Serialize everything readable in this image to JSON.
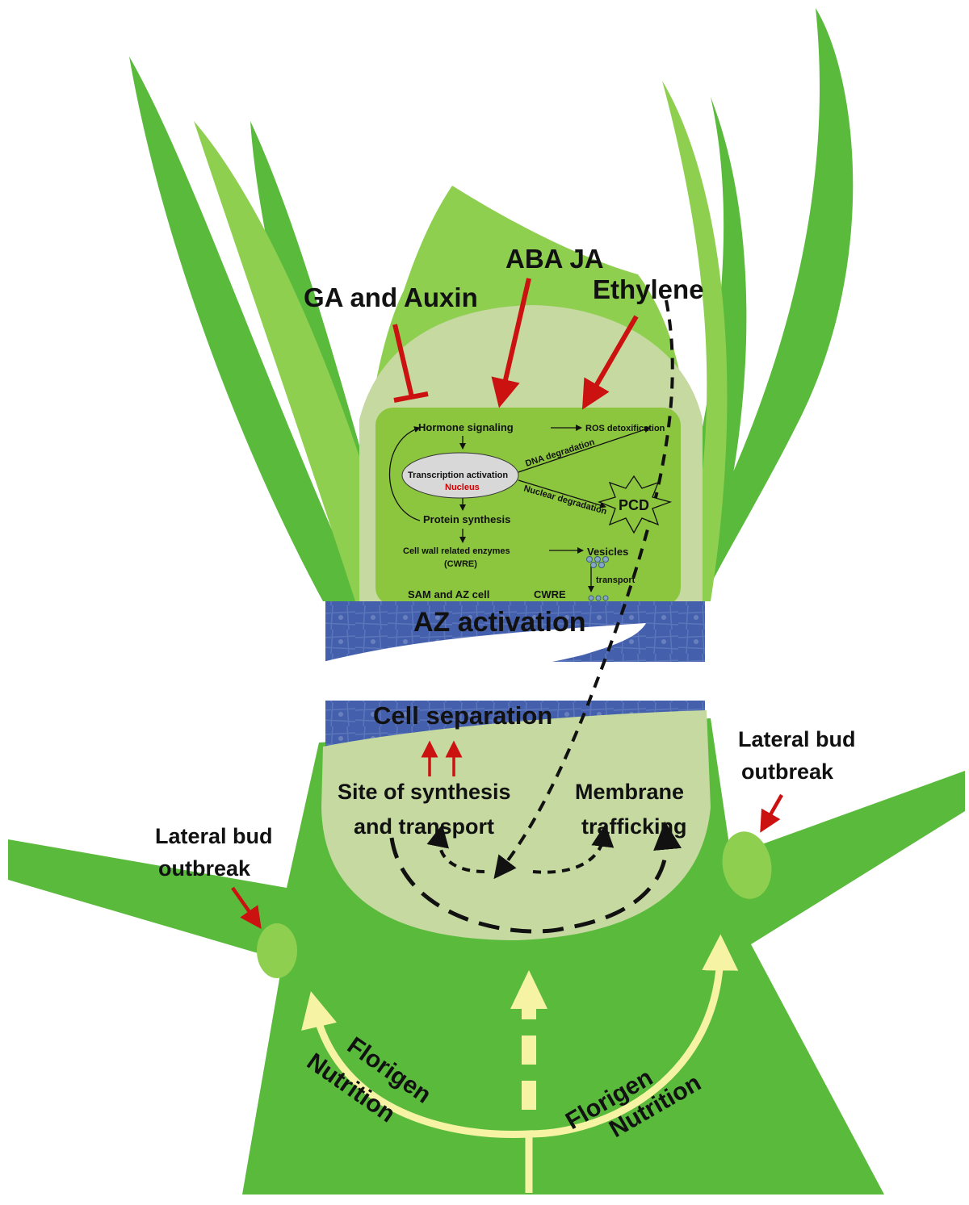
{
  "hormones": {
    "ga_auxin": "GA and Auxin",
    "aba_ja": "ABA JA",
    "ethylene": "Ethylene"
  },
  "cell_box": {
    "hormone_signaling": "Hormone signaling",
    "ros": "ROS detoxification",
    "dna_degradation": "DNA degradation",
    "transcription": "Transcription activation",
    "nucleus": "Nucleus",
    "nuclear_degradation": "Nuclear degradation",
    "pcd": "PCD",
    "protein_synthesis": "Protein synthesis",
    "cwre_line1": "Cell wall related enzymes",
    "cwre_line2": "(CWRE)",
    "vesicles": "Vesicles",
    "transport": "transport",
    "sam_az": "SAM and AZ cell",
    "cwre": "CWRE"
  },
  "zones": {
    "az_activation": "AZ activation",
    "cell_separation": "Cell separation"
  },
  "lower": {
    "site_line1": "Site of synthesis",
    "site_line2": "and transport",
    "membrane_line1": "Membrane",
    "membrane_line2": "trafficking"
  },
  "buds": {
    "left_line1": "Lateral bud",
    "left_line2": "outbreak",
    "right_line1": "Lateral bud",
    "right_line2": "outbreak"
  },
  "flows": {
    "left_florigen": "Florigen",
    "left_nutrition": "Nutrition",
    "right_florigen": "Florigen",
    "right_nutrition": "Nutrition"
  },
  "colors": {
    "leaf_dark": "#5aba3c",
    "leaf_light": "#8fcf4f",
    "pale": "#c5d9a1",
    "cell_box": "#8cc63e",
    "az_blue": "#3f5aa8",
    "arrow_red": "#cc1111",
    "flow_yellow": "#f6f3a4"
  }
}
